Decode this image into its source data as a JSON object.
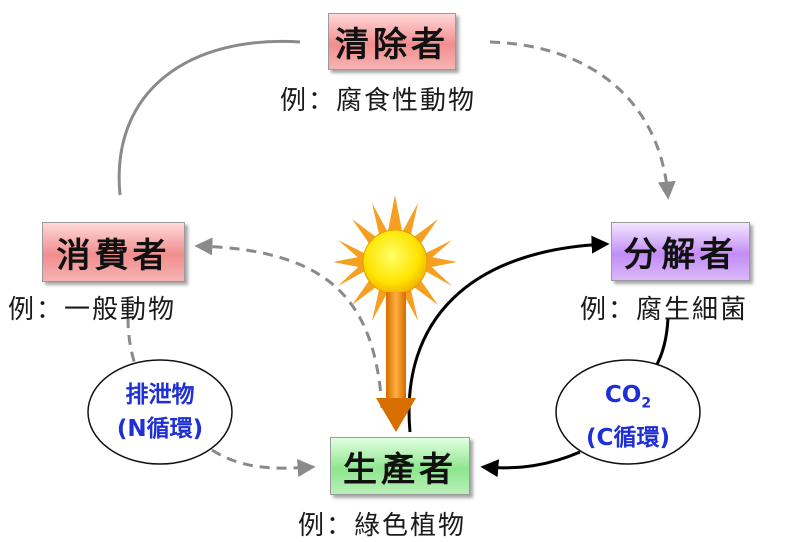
{
  "nodes": {
    "scavenger": {
      "label": "清除者",
      "example": "例：腐食性動物"
    },
    "consumer": {
      "label": "消費者",
      "example": "例：一般動物"
    },
    "decomposer": {
      "label": "分解者",
      "example": "例：腐生細菌"
    },
    "producer": {
      "label": "生產者",
      "example": "例：綠色植物"
    }
  },
  "cycles": {
    "nitrogen": {
      "line1": "排泄物",
      "line2": "(N循環)"
    },
    "carbon": {
      "line1": "CO",
      "line1_sub": "2",
      "line2": "(C循環)"
    }
  },
  "colors": {
    "scavenger_box": "#f18d8d",
    "consumer_box": "#f18d8d",
    "decomposer_box": "#c28cf6",
    "producer_box": "#8ee68e",
    "cycle_text": "#1f2fd6",
    "sun_core": "#ffe400",
    "sun_rays": "#f5a020",
    "energy_arrow": "#e8801a",
    "flow_line_gray": "#8a8a8a",
    "flow_line_black": "#000000"
  },
  "icons": [
    "sun-icon"
  ]
}
